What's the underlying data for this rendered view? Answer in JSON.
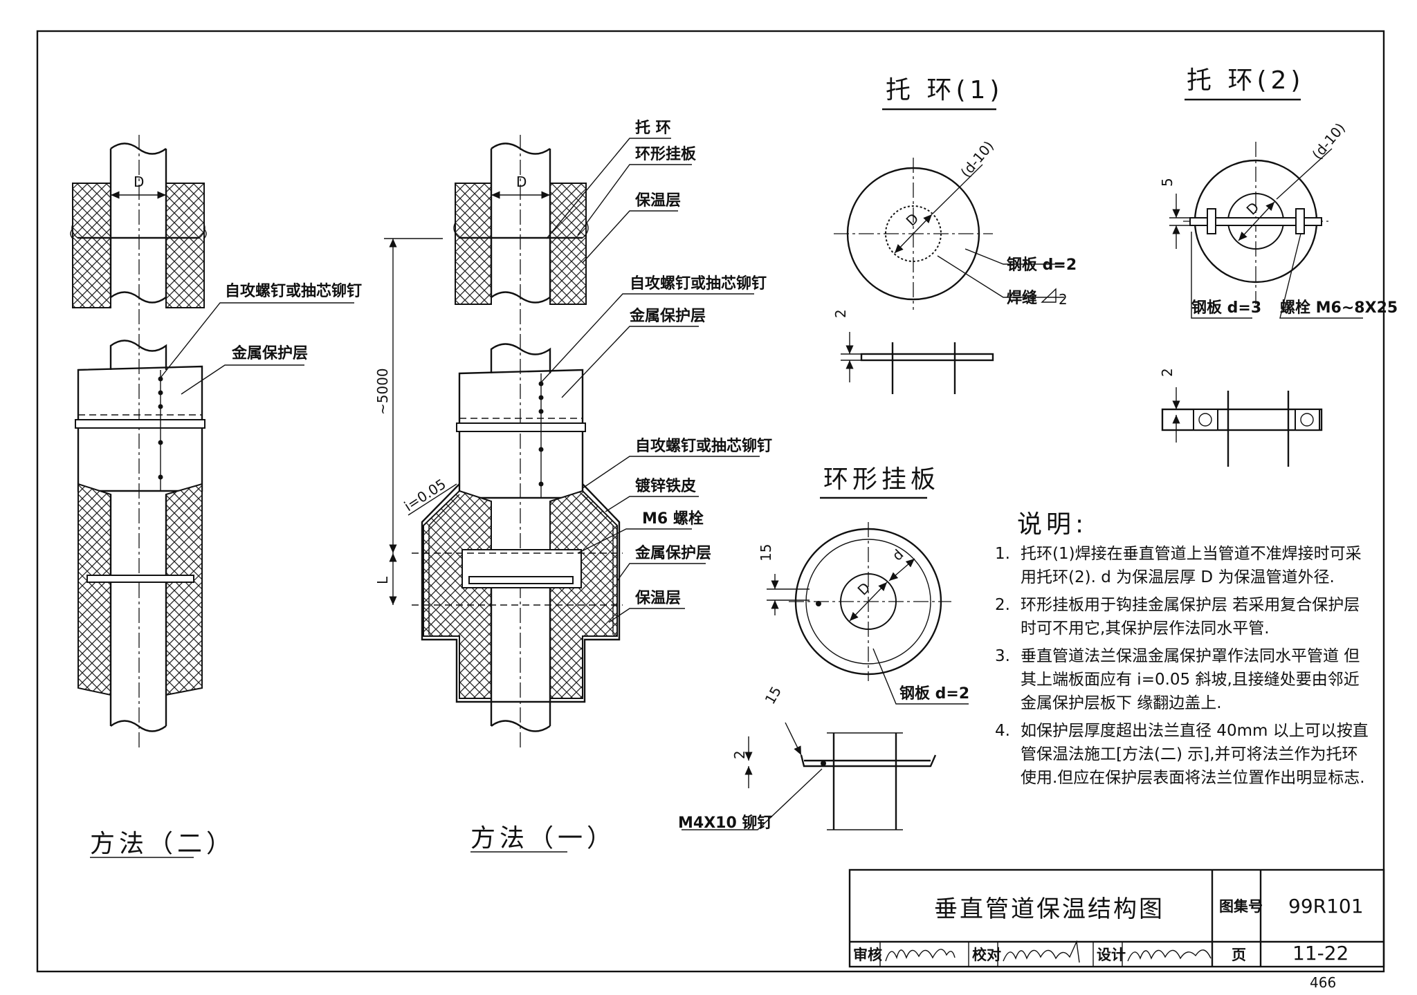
{
  "views": {
    "method2": {
      "title": "方法（二）"
    },
    "method1": {
      "title": "方法（一）"
    }
  },
  "labels": {
    "d_upper": "D",
    "d_lower": "D",
    "rivet_left": "自攻螺钉或抽芯铆钉",
    "metal_left": "金属保护层",
    "support_ring": "托 环",
    "ring_plate": "环形挂板",
    "insulation_top": "保温层",
    "rivet_mid1": "自攻螺钉或抽芯铆钉",
    "metal_mid1": "金属保护层",
    "rivet_mid2": "自攻螺钉或抽芯铆钉",
    "galvanized": "镀锌铁皮",
    "m6_bolt": "M6 螺栓",
    "metal_mid2": "金属保护层",
    "insulation_mid": "保温层",
    "dim_5000": "~5000",
    "dim_L": "L",
    "slope": "i=0.05"
  },
  "ring1": {
    "title": "托 环(1)",
    "dim_d10": "(d-10)",
    "dim_D": "D",
    "plate": "钢板 d=2",
    "weld": "焊缝",
    "weld_size": "2",
    "thick": "2"
  },
  "ring2": {
    "title": "托 环(2)",
    "dim_d10": "(d-10)",
    "dim_D": "D",
    "dim_5": "5",
    "plate": "钢板 d=3",
    "bolt": "螺栓 M6~8X25",
    "thick": "2"
  },
  "hanger": {
    "title": "环形挂板",
    "dim_15": "15",
    "dim_d": "d",
    "dim_D": "D",
    "plate": "钢板  d=2",
    "dim_15b": "15",
    "dim_2": "2",
    "rivet": "M4X10  铆钉"
  },
  "notes": {
    "heading": "说明:",
    "items": [
      {
        "num": "1.",
        "lines": [
          "托环(1)焊接在垂直管道上当管道不准焊接时可采",
          "用托环(2). d 为保温层厚 D 为保温管道外径."
        ]
      },
      {
        "num": "2.",
        "lines": [
          "环形挂板用于钩挂金属保护层 若采用复合保护层",
          "时可不用它,其保护层作法同水平管."
        ]
      },
      {
        "num": "3.",
        "lines": [
          "垂直管道法兰保温金属保护罩作法同水平管道 但",
          "其上端板面应有  i=0.05  斜坡,且接缝处要由邻近",
          "金属保护层板下 缘翻边盖上."
        ]
      },
      {
        "num": "4.",
        "lines": [
          "如保护层厚度超出法兰直径 40mm 以上可以按直",
          "管保温法施工[方法(二) 示],并可将法兰作为托环",
          "使用.但应在保护层表面将法兰位置作出明显标志."
        ]
      }
    ]
  },
  "title_block": {
    "title": "垂直管道保温结构图",
    "atlas_label": "图集号",
    "atlas_no": "99R101",
    "review_label": "审核",
    "check_label": "校对",
    "design_label": "设计",
    "page_label": "页",
    "page_no": "11-22"
  },
  "sheet_number": "466"
}
